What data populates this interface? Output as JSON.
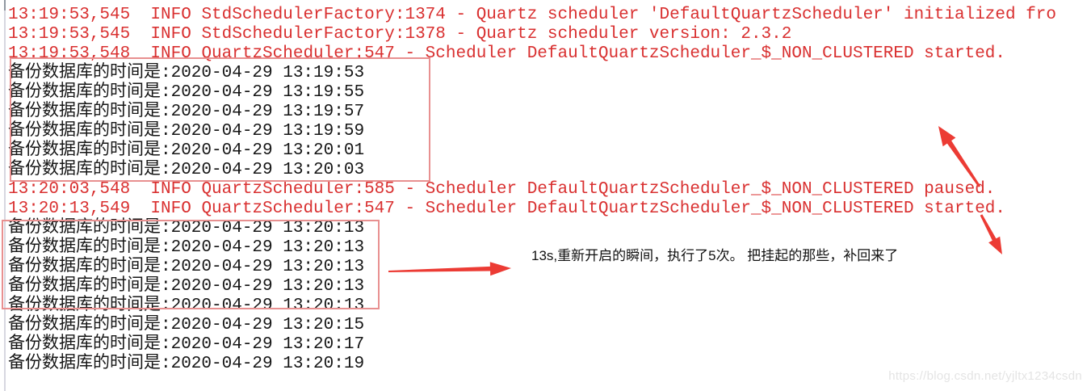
{
  "console": {
    "lines": [
      {
        "level": "stderr",
        "text": "13:19:53,545  INFO StdSchedulerFactory:1374 - Quartz scheduler 'DefaultQuartzScheduler' initialized fro"
      },
      {
        "level": "stderr",
        "text": "13:19:53,545  INFO StdSchedulerFactory:1378 - Quartz scheduler version: 2.3.2"
      },
      {
        "level": "stderr",
        "text": "13:19:53,548  INFO QuartzScheduler:547 - Scheduler DefaultQuartzScheduler_$_NON_CLUSTERED started."
      },
      {
        "level": "stdout",
        "text": "备份数据库的时间是:2020-04-29 13:19:53"
      },
      {
        "level": "stdout",
        "text": "备份数据库的时间是:2020-04-29 13:19:55"
      },
      {
        "level": "stdout",
        "text": "备份数据库的时间是:2020-04-29 13:19:57"
      },
      {
        "level": "stdout",
        "text": "备份数据库的时间是:2020-04-29 13:19:59"
      },
      {
        "level": "stdout",
        "text": "备份数据库的时间是:2020-04-29 13:20:01"
      },
      {
        "level": "stdout",
        "text": "备份数据库的时间是:2020-04-29 13:20:03"
      },
      {
        "level": "stderr",
        "text": "13:20:03,548  INFO QuartzScheduler:585 - Scheduler DefaultQuartzScheduler_$_NON_CLUSTERED paused."
      },
      {
        "level": "stderr",
        "text": "13:20:13,549  INFO QuartzScheduler:547 - Scheduler DefaultQuartzScheduler_$_NON_CLUSTERED started."
      },
      {
        "level": "stdout",
        "text": "备份数据库的时间是:2020-04-29 13:20:13"
      },
      {
        "level": "stdout",
        "text": "备份数据库的时间是:2020-04-29 13:20:13"
      },
      {
        "level": "stdout",
        "text": "备份数据库的时间是:2020-04-29 13:20:13"
      },
      {
        "level": "stdout",
        "text": "备份数据库的时间是:2020-04-29 13:20:13"
      },
      {
        "level": "stdout",
        "text": "备份数据库的时间是:2020-04-29 13:20:13"
      },
      {
        "level": "stdout",
        "text": "备份数据库的时间是:2020-04-29 13:20:15"
      },
      {
        "level": "stdout",
        "text": "备份数据库的时间是:2020-04-29 13:20:17"
      },
      {
        "level": "stdout",
        "text": "备份数据库的时间是:2020-04-29 13:20:19"
      }
    ]
  },
  "annotations": {
    "note": "13s,重新开启的瞬间，执行了5次。 把挂起的那些，补回来了"
  },
  "watermark": "https://blog.csdn.net/yjltx1234csdn",
  "colors": {
    "stderr": "#d93030",
    "stdout": "#161616",
    "highlight_box": "#e89090",
    "arrow": "#ec3b34",
    "watermark": "#e4e4e4"
  }
}
